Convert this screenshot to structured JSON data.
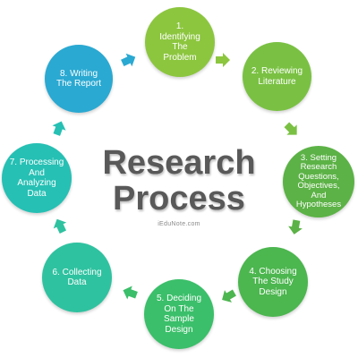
{
  "title": {
    "line1": "Research",
    "line2": "Process"
  },
  "watermark": "iEduNote.com",
  "steps": [
    {
      "label": "1.\nIdentifying\nThe\nProblem",
      "color": "#8cc63f"
    },
    {
      "label": "2. Reviewing\nLiterature",
      "color": "#7ac143"
    },
    {
      "label": "3. Setting\nResearch\nQuestions,\nObjectives,\nAnd\nHypotheses",
      "color": "#5cb246"
    },
    {
      "label": "4. Choosing\nThe Study\nDesign",
      "color": "#4cb64f"
    },
    {
      "label": "5. Deciding\nOn The\nSample\nDesign",
      "color": "#3bbf6a"
    },
    {
      "label": "6. Collecting\nData",
      "color": "#2fc2a0"
    },
    {
      "label": "7. Processing\nAnd\nAnalyzing\nData",
      "color": "#26c0b4"
    },
    {
      "label": "8. Writing\nThe Report",
      "color": "#2aa9d2"
    }
  ],
  "arrows": [
    {
      "icon": "arrow-right-icon",
      "color": "#8cc63f"
    },
    {
      "icon": "arrow-down-right-icon",
      "color": "#7ac143"
    },
    {
      "icon": "arrow-down-icon",
      "color": "#5cb246"
    },
    {
      "icon": "arrow-down-left-icon",
      "color": "#4cb64f"
    },
    {
      "icon": "arrow-left-icon",
      "color": "#3bbf6a"
    },
    {
      "icon": "arrow-up-left-icon",
      "color": "#2fc2a0"
    },
    {
      "icon": "arrow-up-icon",
      "color": "#26c0b4"
    },
    {
      "icon": "arrow-up-right-icon",
      "color": "#2aa9d2"
    }
  ]
}
